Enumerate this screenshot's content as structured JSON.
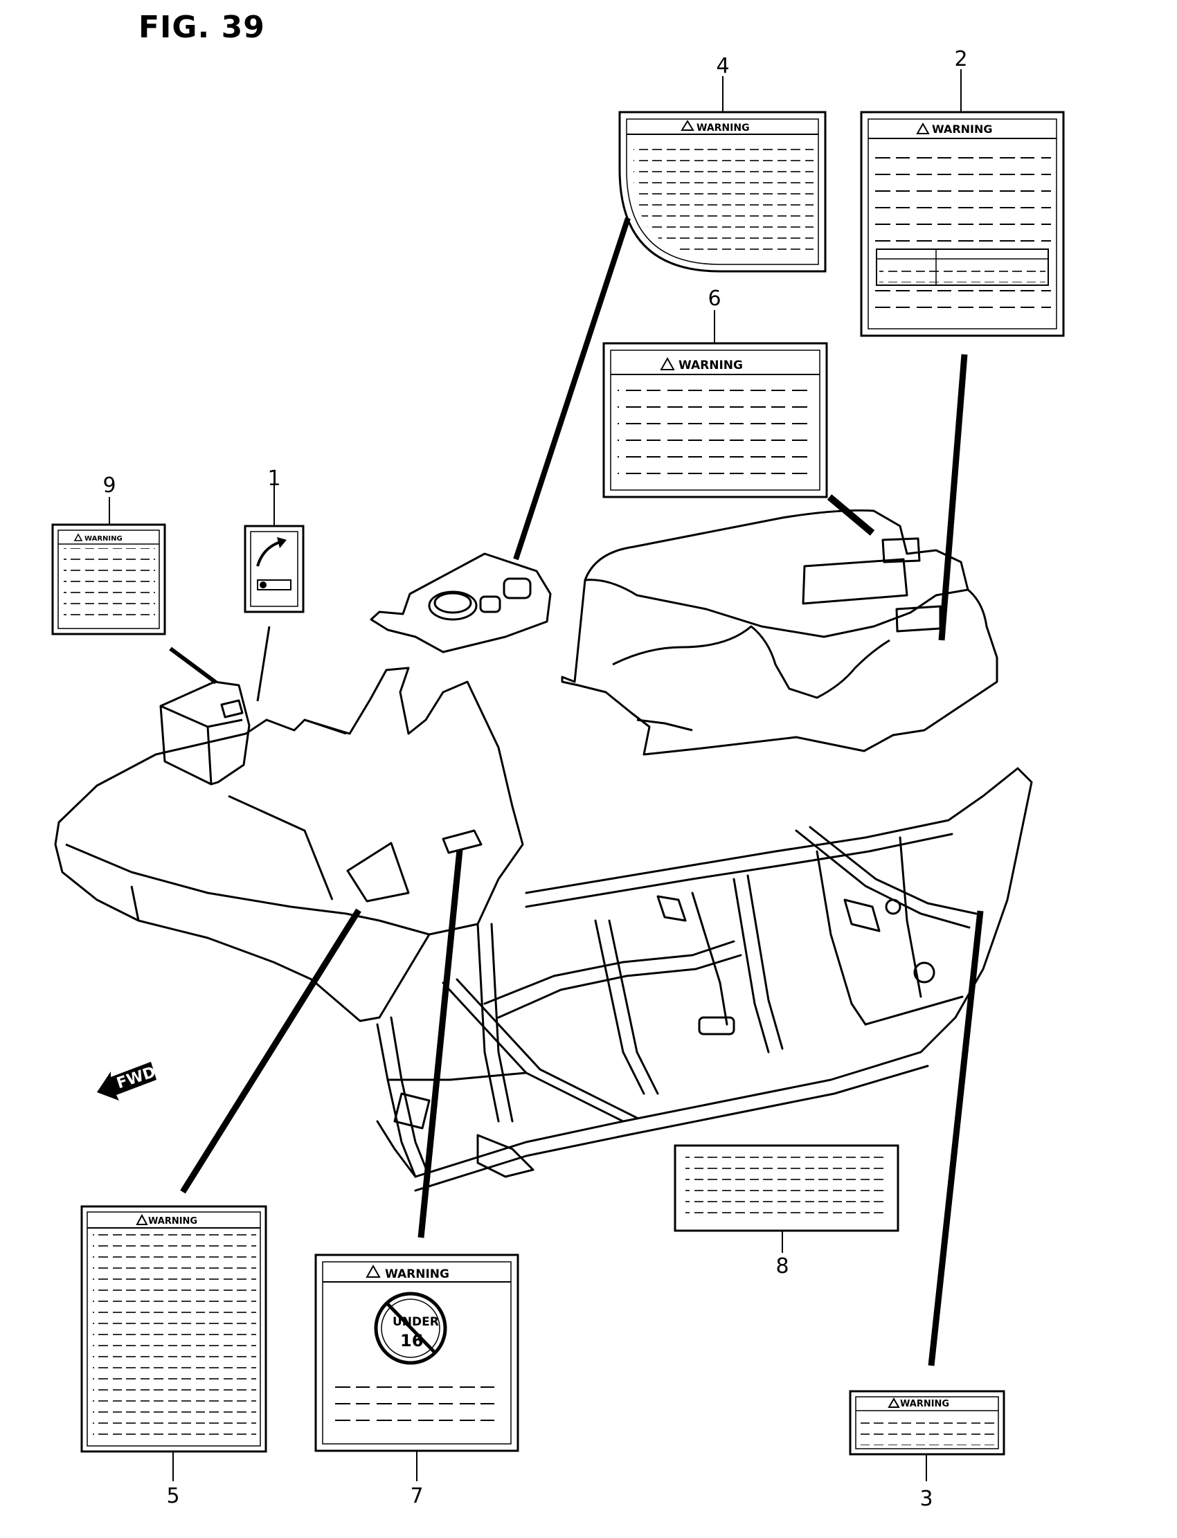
{
  "figure": {
    "title": "FIG. 39"
  },
  "callouts": {
    "c1": "1",
    "c2": "2",
    "c3": "3",
    "c4": "4",
    "c5": "5",
    "c6": "6",
    "c7": "7",
    "c8": "8",
    "c9": "9"
  },
  "labels": {
    "warning": "WARNING",
    "under16_top": "UNDER",
    "under16_num": "16",
    "fwd": "FWD"
  },
  "colors": {
    "ink": "#000000",
    "paper": "#ffffff"
  }
}
